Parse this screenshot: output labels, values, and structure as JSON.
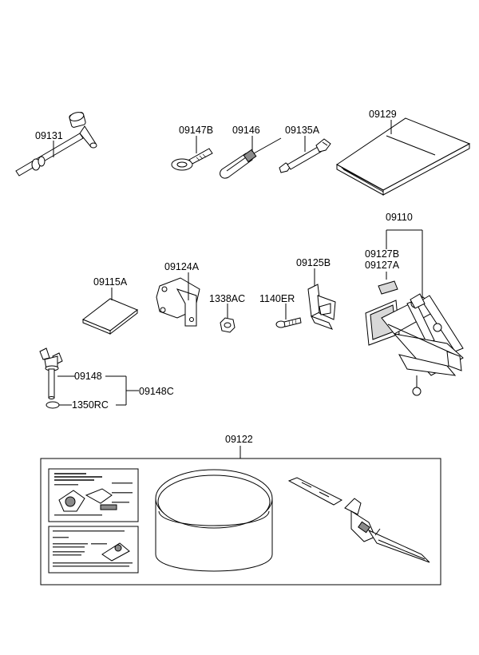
{
  "parts": {
    "p09131": "09131",
    "p09147B": "09147B",
    "p09146": "09146",
    "p09135A": "09135A",
    "p09129": "09129",
    "p09110": "09110",
    "p09127B": "09127B",
    "p09127A": "09127A",
    "p09115A": "09115A",
    "p09124A": "09124A",
    "p1338AC": "1338AC",
    "p1140ER": "1140ER",
    "p09125B": "09125B",
    "p09148": "09148",
    "p09148C": "09148C",
    "p1350RC": "1350RC",
    "p09122": "09122"
  }
}
